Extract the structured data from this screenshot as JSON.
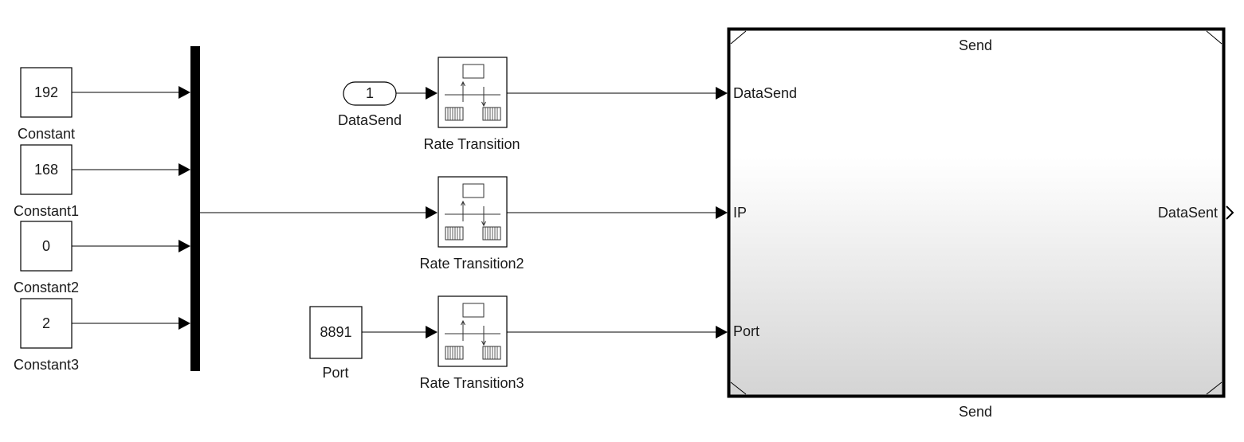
{
  "constants": [
    {
      "value": "192",
      "label": "Constant"
    },
    {
      "value": "168",
      "label": "Constant1"
    },
    {
      "value": "0",
      "label": "Constant2"
    },
    {
      "value": "2",
      "label": "Constant3"
    }
  ],
  "inport": {
    "number": "1",
    "label": "DataSend"
  },
  "port_constant": {
    "value": "8891",
    "label": "Port"
  },
  "rate_transitions": [
    {
      "label": "Rate Transition"
    },
    {
      "label": "Rate Transition2"
    },
    {
      "label": "Rate Transition3"
    }
  ],
  "subsystem": {
    "title_top": "Send",
    "title_bottom": "Send",
    "inputs": [
      "DataSend",
      "IP",
      "Port"
    ],
    "output": "DataSent"
  }
}
